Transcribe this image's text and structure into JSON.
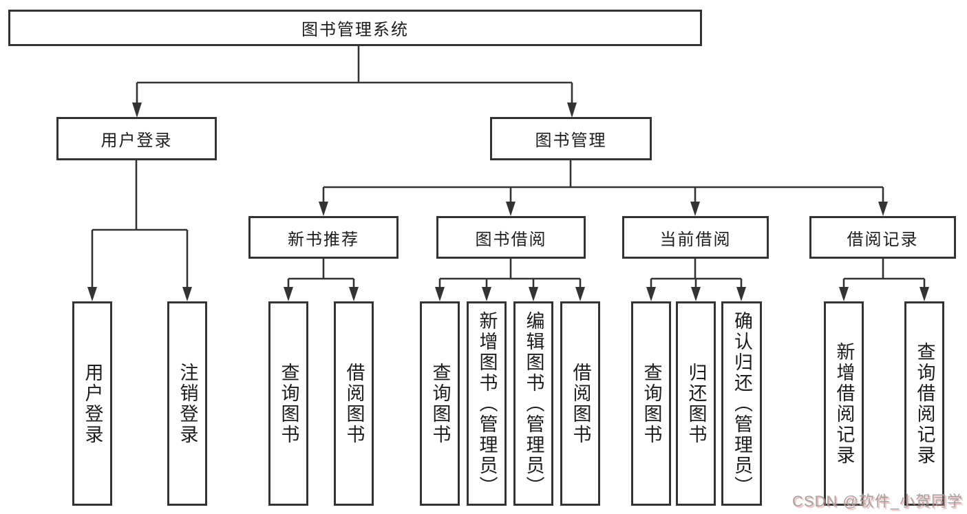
{
  "tree": {
    "root": {
      "label": "图书管理系统"
    },
    "branches": [
      {
        "label": "用户登录",
        "children": [
          {
            "label": "用户登录"
          },
          {
            "label": "注销登录"
          }
        ]
      },
      {
        "label": "图书管理",
        "children": [
          {
            "label": "新书推荐",
            "children": [
              {
                "label": "查询图书"
              },
              {
                "label": "借阅图书"
              }
            ]
          },
          {
            "label": "图书借阅",
            "children": [
              {
                "label": "查询图书"
              },
              {
                "label": "新增图书（管理员）"
              },
              {
                "label": "编辑图书（管理员）"
              },
              {
                "label": "借阅图书"
              }
            ]
          },
          {
            "label": "当前借阅",
            "children": [
              {
                "label": "查询图书"
              },
              {
                "label": "归还图书"
              },
              {
                "label": "确认归还（管理员）"
              }
            ]
          },
          {
            "label": "借阅记录",
            "children": [
              {
                "label": "新增借阅记录"
              },
              {
                "label": "查询借阅记录"
              }
            ]
          }
        ]
      }
    ]
  },
  "watermark": {
    "text": "CSDN @软件_小贺同学"
  },
  "colors": {
    "line": "#333333",
    "box_border": "#333333",
    "text": "#1c1c1c",
    "background": "#ffffff",
    "watermark_text": "#a3a3a3",
    "watermark_shadow": "#e28080"
  }
}
